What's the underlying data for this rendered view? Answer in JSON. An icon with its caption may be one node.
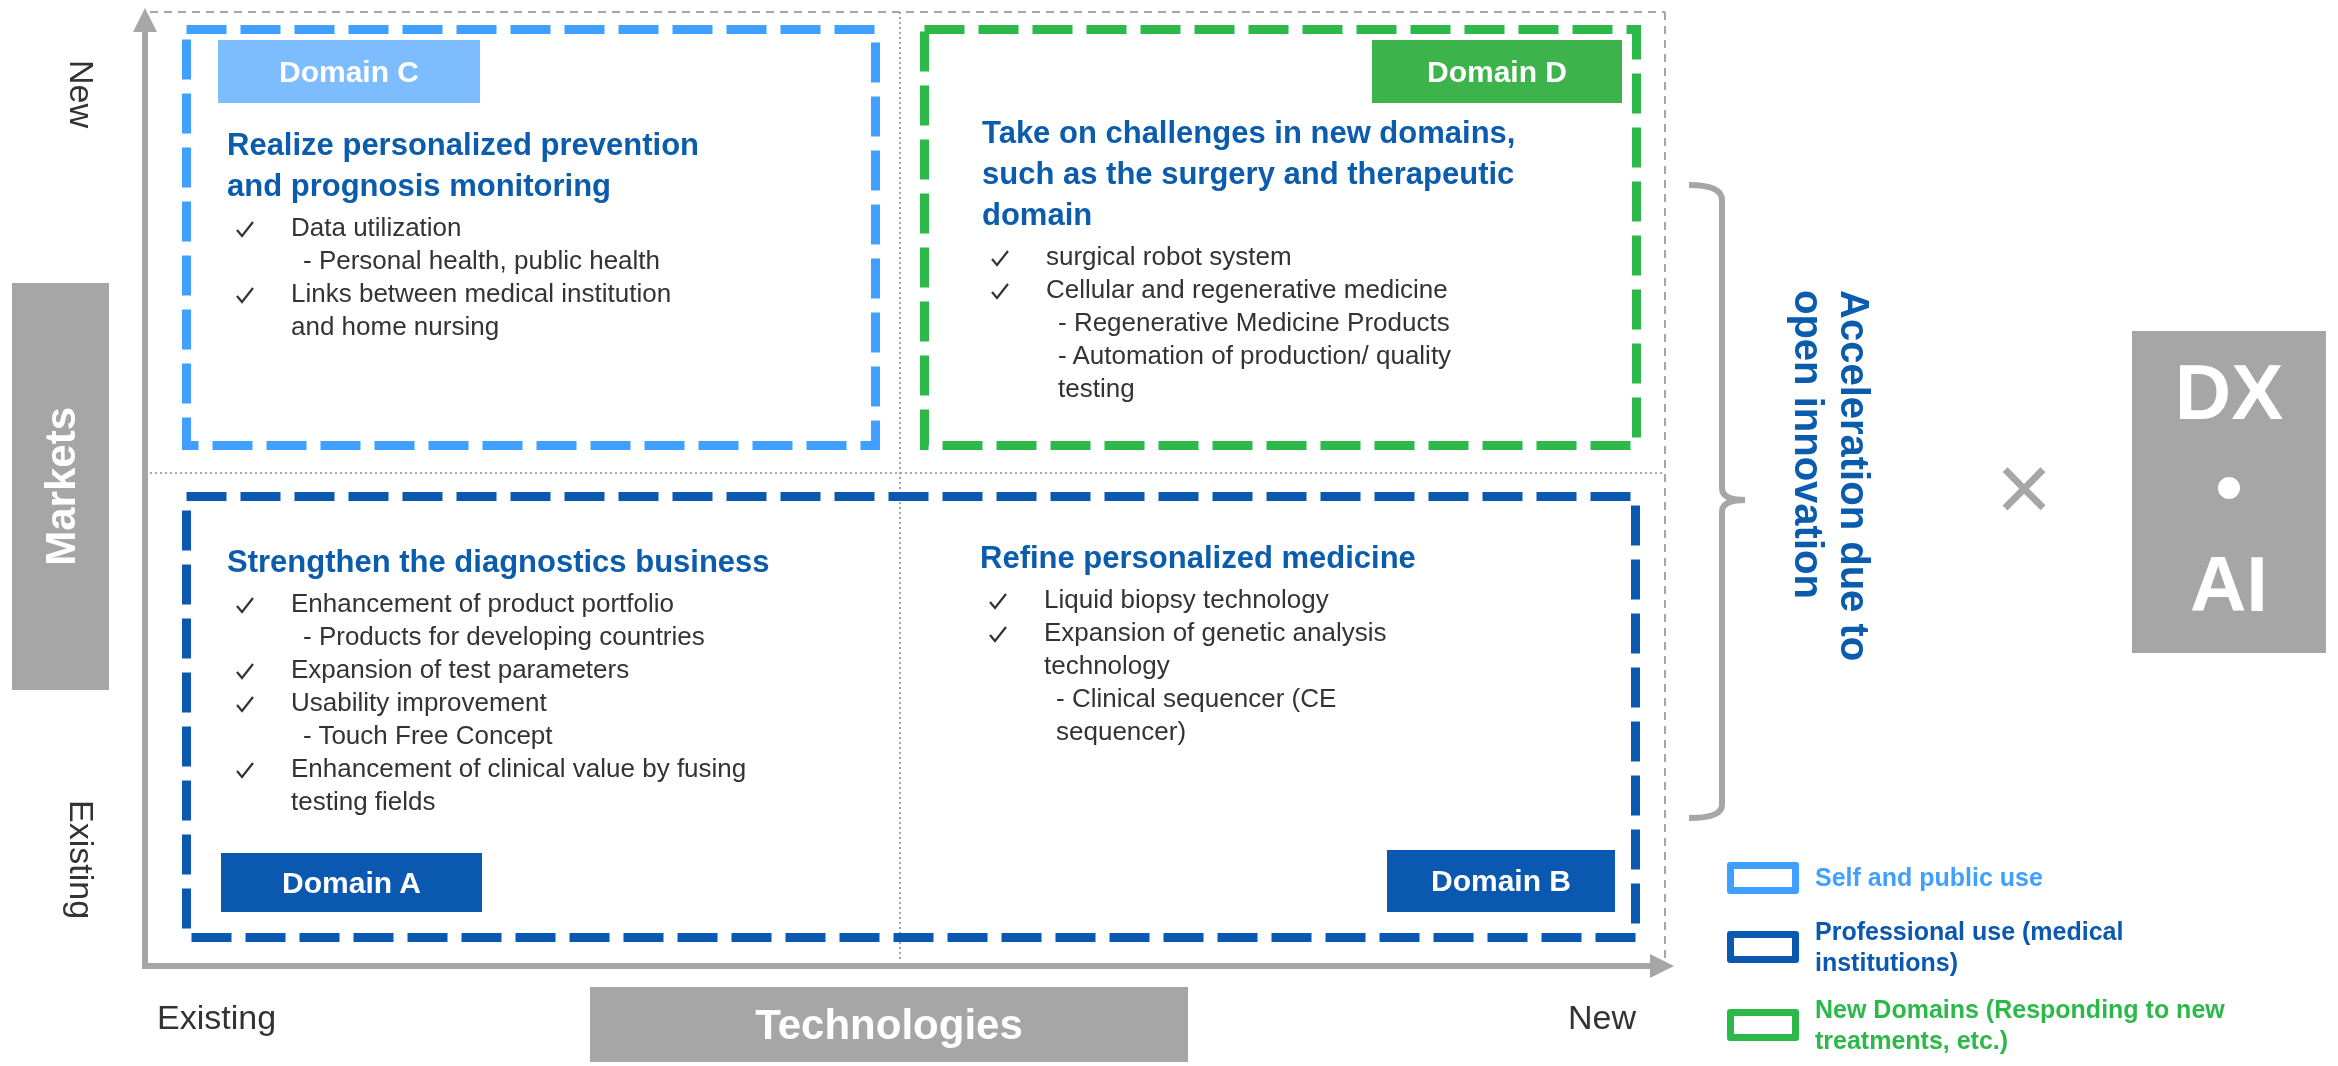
{
  "diagram": {
    "nodes": [
      {
        "text": [
          "Realize personalized prevention and prognosis monitoring",
          "Data utilization",
          "- Personal health, public health",
          "Links between medical institution and home nursing"
        ]
      },
      {
        "text": [
          "Domain C"
        ],
        "in": 0
      },
      {
        "text": [
          "Take on challenges in new domains, such as the surgery and therapeutic domain",
          "surgical robot system",
          "Cellular and regenerative medicine",
          "- Regenerative Medicine Products",
          "- Automation of production/ quality testing"
        ]
      },
      {
        "text": [
          "Domain D"
        ],
        "in": 2
      },
      {
        "text": [
          "Strengthen the diagnostics business",
          "Enhancement of product portfolio",
          "- Products for developing countries",
          "Expansion of test parameters",
          "Usability improvement",
          "- Touch Free Concept",
          "Enhancement of clinical value by fusing testing fields",
          "Refine personalized medicine",
          "Liquid biopsy technology",
          "Expansion of genetic analysis technology",
          "- Clinical sequencer (CE sequencer)"
        ]
      },
      {
        "text": [
          "Domain A"
        ],
        "in": 4
      },
      {
        "text": [
          "Domain B"
        ],
        "in": 4
      },
      {
        "text": [
          "Markets"
        ]
      },
      {
        "text": [
          "Technologies"
        ]
      },
      {
        "text": [
          "DX",
          "AI"
        ]
      }
    ],
    "labels": [
      "New",
      "Existing",
      "Existing",
      "New",
      "Acceleration due to open innovation",
      "×"
    ],
    "legend": [
      {
        "text": "Self and public use",
        "color": "#3fa0ff"
      },
      {
        "text": "Professional use (medical institutions)",
        "color": "#0a58b0"
      },
      {
        "text": "New Domains (Responding to new treatments, etc.)",
        "color": "#2db84a"
      }
    ]
  }
}
